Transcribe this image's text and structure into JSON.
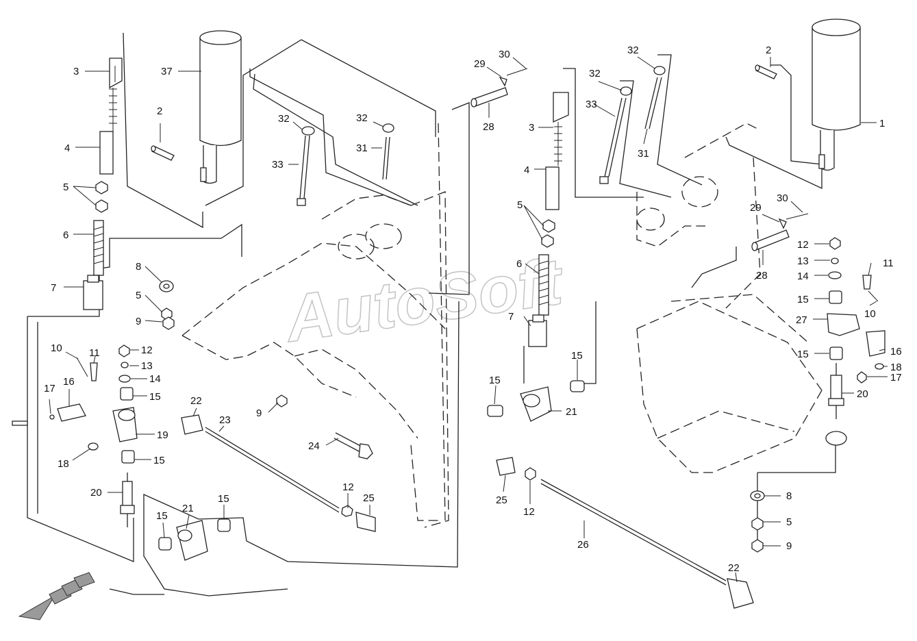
{
  "watermark": "AutoSoft",
  "callouts": [
    {
      "id": "l3",
      "label": "3"
    },
    {
      "id": "l37",
      "label": "37"
    },
    {
      "id": "l2a",
      "label": "2"
    },
    {
      "id": "l4",
      "label": "4"
    },
    {
      "id": "l5a",
      "label": "5"
    },
    {
      "id": "l6",
      "label": "6"
    },
    {
      "id": "l7",
      "label": "7"
    },
    {
      "id": "l8",
      "label": "8"
    },
    {
      "id": "l5b",
      "label": "5"
    },
    {
      "id": "l9",
      "label": "9"
    },
    {
      "id": "l10",
      "label": "10"
    },
    {
      "id": "l11",
      "label": "11"
    },
    {
      "id": "l12",
      "label": "12"
    },
    {
      "id": "l13",
      "label": "13"
    },
    {
      "id": "l14",
      "label": "14"
    },
    {
      "id": "l17",
      "label": "17"
    },
    {
      "id": "l16",
      "label": "16"
    },
    {
      "id": "l15a",
      "label": "15"
    },
    {
      "id": "l19",
      "label": "19"
    },
    {
      "id": "l18",
      "label": "18"
    },
    {
      "id": "l15b",
      "label": "15"
    },
    {
      "id": "l20",
      "label": "20"
    },
    {
      "id": "l22",
      "label": "22"
    },
    {
      "id": "l23",
      "label": "23"
    },
    {
      "id": "l24",
      "label": "24"
    },
    {
      "id": "l9b",
      "label": "9"
    },
    {
      "id": "l12b",
      "label": "12"
    },
    {
      "id": "l25",
      "label": "25"
    },
    {
      "id": "l15c",
      "label": "15"
    },
    {
      "id": "l21",
      "label": "21"
    },
    {
      "id": "l15d",
      "label": "15"
    },
    {
      "id": "l32a",
      "label": "32"
    },
    {
      "id": "l33a",
      "label": "33"
    },
    {
      "id": "l32b",
      "label": "32"
    },
    {
      "id": "l31a",
      "label": "31"
    },
    {
      "id": "l29a",
      "label": "29"
    },
    {
      "id": "l30a",
      "label": "30"
    },
    {
      "id": "l28a",
      "label": "28"
    },
    {
      "id": "l3b",
      "label": "3"
    },
    {
      "id": "l4b",
      "label": "4"
    },
    {
      "id": "l5c",
      "label": "5"
    },
    {
      "id": "l6b",
      "label": "6"
    },
    {
      "id": "l7b",
      "label": "7"
    },
    {
      "id": "l15e",
      "label": "15"
    },
    {
      "id": "l15f",
      "label": "15"
    },
    {
      "id": "l21b",
      "label": "21"
    },
    {
      "id": "l32c",
      "label": "32"
    },
    {
      "id": "l32d",
      "label": "32"
    },
    {
      "id": "l33b",
      "label": "33"
    },
    {
      "id": "l31b",
      "label": "31"
    },
    {
      "id": "l2b",
      "label": "2"
    },
    {
      "id": "l1",
      "label": "1"
    },
    {
      "id": "l29b",
      "label": "29"
    },
    {
      "id": "l30b",
      "label": "30"
    },
    {
      "id": "l28b",
      "label": "28"
    },
    {
      "id": "l12c",
      "label": "12"
    },
    {
      "id": "l13b",
      "label": "13"
    },
    {
      "id": "l14b",
      "label": "14"
    },
    {
      "id": "l11b",
      "label": "11"
    },
    {
      "id": "l15g",
      "label": "15"
    },
    {
      "id": "l10b",
      "label": "10"
    },
    {
      "id": "l27",
      "label": "27"
    },
    {
      "id": "l16b",
      "label": "16"
    },
    {
      "id": "l15h",
      "label": "15"
    },
    {
      "id": "l18b",
      "label": "18"
    },
    {
      "id": "l17b",
      "label": "17"
    },
    {
      "id": "l20b",
      "label": "20"
    },
    {
      "id": "l25b",
      "label": "25"
    },
    {
      "id": "l12d",
      "label": "12"
    },
    {
      "id": "l26",
      "label": "26"
    },
    {
      "id": "l8b",
      "label": "8"
    },
    {
      "id": "l5d",
      "label": "5"
    },
    {
      "id": "l9c",
      "label": "9"
    },
    {
      "id": "l22b",
      "label": "22"
    }
  ]
}
